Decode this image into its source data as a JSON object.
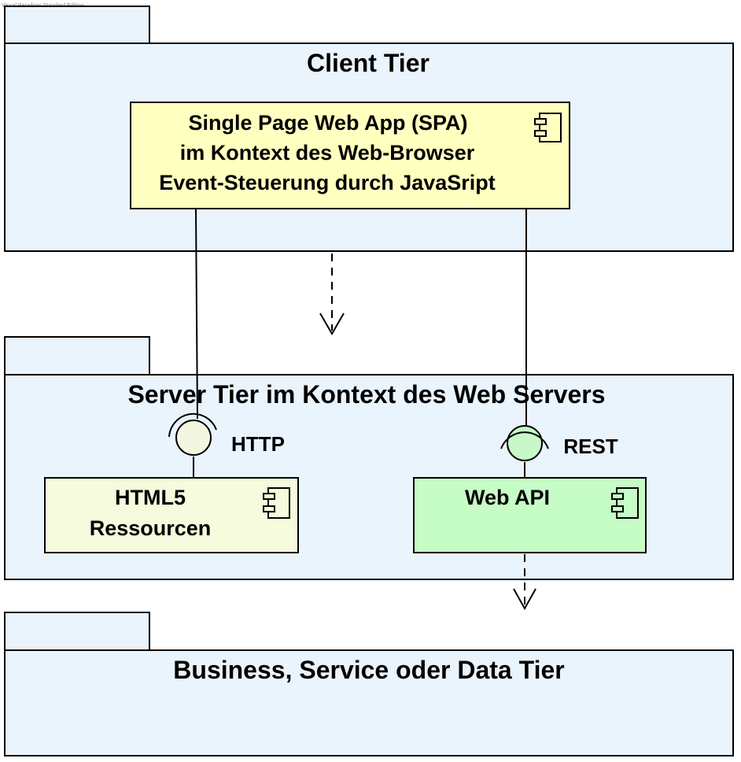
{
  "watermark": "Visual Paradigm Standard Edition",
  "colors": {
    "package_fill": "#eaf4fd",
    "spa_fill": "#ffffc0",
    "html5_fill": "#f5fbdc",
    "webapi_fill": "#c6fcc6",
    "http_interface_fill": "#f3f7e1",
    "rest_interface_fill": "#c8f7c8",
    "stroke": "#000000"
  },
  "packages": {
    "client": {
      "name": "Client Tier"
    },
    "server": {
      "name": "Server Tier im Kontext des Web Servers"
    },
    "business": {
      "name": "Business, Service oder Data Tier"
    }
  },
  "components": {
    "spa": {
      "lines": [
        "Single Page Web App (SPA)",
        "im Kontext des Web-Browser",
        "Event-Steuerung durch JavaSript"
      ],
      "icon": "component-icon"
    },
    "html5": {
      "lines": [
        "HTML5",
        "Ressourcen"
      ],
      "icon": "component-icon"
    },
    "webapi": {
      "lines": [
        "Web API"
      ],
      "icon": "component-icon"
    }
  },
  "interfaces": {
    "http": {
      "label": "HTTP"
    },
    "rest": {
      "label": "REST"
    }
  },
  "dependencies": [
    {
      "from": "Client Tier",
      "to": "Server Tier im Kontext des Web Servers",
      "style": "dashed-open-arrow"
    },
    {
      "from": "Web API",
      "to": "Business, Service oder Data Tier",
      "style": "dashed-open-arrow"
    }
  ]
}
